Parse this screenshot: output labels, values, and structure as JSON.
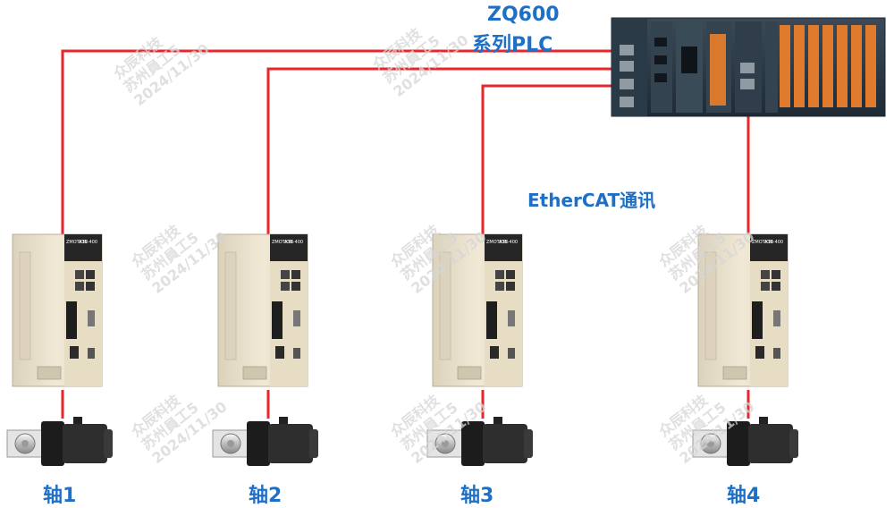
{
  "plc": {
    "title_line1": "ZQ600",
    "title_line2": "系列PLC"
  },
  "bus": {
    "label": "EtherCAT通讯"
  },
  "axes": [
    {
      "label": "轴1"
    },
    {
      "label": "轴2"
    },
    {
      "label": "轴3"
    },
    {
      "label": "轴4"
    }
  ],
  "drive": {
    "brand": "ZMOTION",
    "model": "A3E-400"
  },
  "watermark": {
    "line1": "众辰科技",
    "line2": "苏州員工5",
    "line3": "2024/11/30"
  },
  "colors": {
    "cable": "#e8262b",
    "label": "#1e6fc6",
    "drive_body": "#efe6d2",
    "drive_panel": "#262626",
    "motor": "#2c2c2c"
  }
}
